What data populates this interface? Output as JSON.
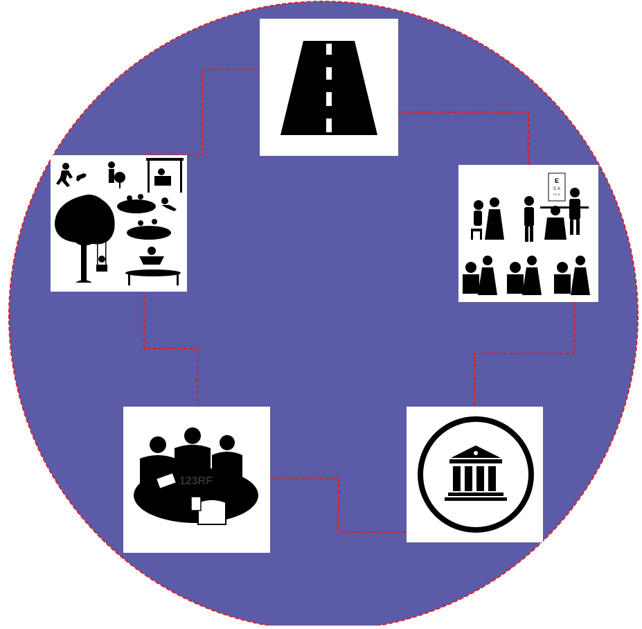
{
  "colors": {
    "circle_fill": "#5B5BA8",
    "circle_stroke": "#E02020",
    "connector": "#E02020",
    "icon": "#000000",
    "tile_bg": "#FFFFFF"
  },
  "nodes": [
    {
      "id": "roads",
      "icon": "road-icon"
    },
    {
      "id": "health",
      "icon": "health-care-icon"
    },
    {
      "id": "government",
      "icon": "government-building-icon"
    },
    {
      "id": "meeting",
      "icon": "community-meeting-icon"
    },
    {
      "id": "recreation",
      "icon": "playground-recreation-icon"
    }
  ],
  "links": [
    [
      "roads",
      "health"
    ],
    [
      "health",
      "government"
    ],
    [
      "government",
      "meeting"
    ],
    [
      "meeting",
      "recreation"
    ],
    [
      "recreation",
      "roads"
    ]
  ],
  "watermark": "123RF"
}
